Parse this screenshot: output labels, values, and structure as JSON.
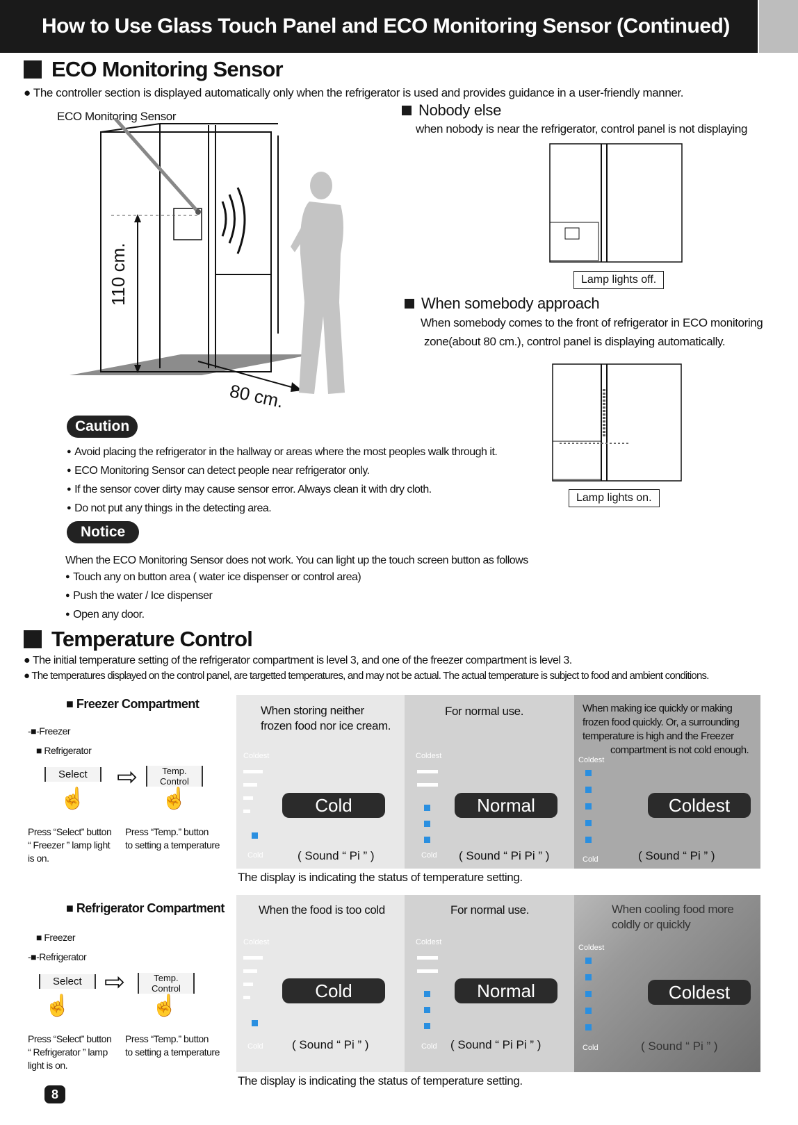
{
  "header": {
    "title": "How to Use Glass Touch Panel and ECO Monitoring Sensor (Continued)"
  },
  "eco": {
    "title": "ECO Monitoring Sensor",
    "intro": "The controller section is displayed automatically only when the refrigerator is used and provides guidance in a user-friendly manner.",
    "sensor_label": "ECO Monitoring Sensor",
    "height_label": "110 cm.",
    "distance_label": "80 cm.",
    "nobody": {
      "title": "Nobody  else",
      "desc": "when nobody is near the refrigerator, control panel is not displaying",
      "lamp": "Lamp lights off."
    },
    "approach": {
      "title": "When somebody approach",
      "desc1": "When somebody comes to the front of refrigerator in ECO monitoring",
      "desc2": "zone(about 80 cm.), control panel is displaying automatically.",
      "lamp": "Lamp lights on."
    },
    "caution": {
      "label": "Caution",
      "items": [
        "Avoid placing the refrigerator in the hallway or areas where the most peoples walk through it.",
        "ECO Monitoring Sensor can detect people near refrigerator only.",
        "If the sensor cover dirty may cause sensor error. Always clean it with dry cloth.",
        "Do not put any things in the detecting area."
      ]
    },
    "notice": {
      "label": "Notice",
      "text": "When the ECO Monitoring Sensor does not work. You can light up the touch screen button as follows",
      "items": [
        "Touch any on button area ( water ice dispenser or control area)",
        "Push the water / Ice dispenser",
        "Open any door."
      ]
    }
  },
  "temp": {
    "title": "Temperature Control",
    "notes": [
      "The initial temperature setting of the refrigerator compartment is level 3, and one of the freezer compartment is level 3.",
      "The temperatures displayed on the control panel, are targetted  temperatures, and may not be actual. The actual temperature is subject to food and ambient conditions."
    ],
    "freezer": {
      "title": "Freezer Compartment",
      "opt1": "Freezer",
      "opt2": "Refrigerator",
      "select": "Select",
      "temp1": "Temp.",
      "temp2": "Control",
      "cap_select": [
        "Press “Select” button",
        "“ Freezer ” lamp light",
        "is on."
      ],
      "cap_temp": [
        "Press “Temp.” button",
        "to setting a temperature"
      ],
      "panels": [
        {
          "desc": [
            "When storing neither",
            "frozen food nor ice cream."
          ],
          "mode": "Cold",
          "sound": "( Sound “ Pi ” )"
        },
        {
          "desc": [
            "For normal use."
          ],
          "mode": "Normal",
          "sound": "( Sound “ Pi Pi ” )"
        },
        {
          "desc": [
            "When making ice quickly or making",
            "frozen food quickly. Or, a surrounding",
            "temperature is high and the Freezer",
            "compartment is not cold enough."
          ],
          "mode": "Coldest",
          "sound": "( Sound “ Pi ” )"
        }
      ],
      "status": "The display is indicating the  status of temperature setting."
    },
    "fridge": {
      "title": "Refrigerator Compartment",
      "opt1": "Freezer",
      "opt2": "Refrigerator",
      "select": "Select",
      "temp1": "Temp.",
      "temp2": "Control",
      "cap_select": [
        "Press “Select” button",
        "“ Refrigerator ” lamp",
        "light  is on."
      ],
      "cap_temp": [
        "Press “Temp.” button",
        "to setting a temperature"
      ],
      "panels": [
        {
          "desc": [
            "When the food is too cold"
          ],
          "mode": "Cold",
          "sound": "( Sound “ Pi ” )"
        },
        {
          "desc": [
            "For normal use."
          ],
          "mode": "Normal",
          "sound": "( Sound “ Pi Pi ” )"
        },
        {
          "desc": [
            "When cooling food more",
            "coldly or quickly"
          ],
          "mode": "Coldest",
          "sound": "( Sound “ Pi ” )"
        }
      ],
      "status": "The display is indicating the  status of temperature setting."
    },
    "level_top": "Coldest",
    "level_bottom": "Cold"
  },
  "page_number": "8"
}
